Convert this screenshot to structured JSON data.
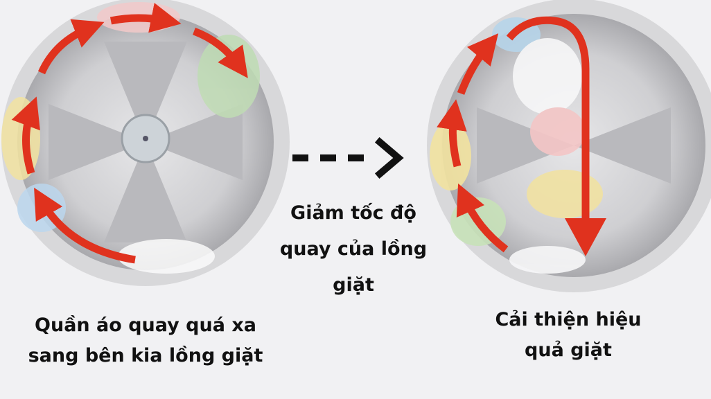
{
  "captions": {
    "left": "Quần áo quay quá xa sang bên kia lồng giặt",
    "middle": "Giảm tốc độ quay của lồng giặt",
    "right": "Cải thiện hiệu quả giặt"
  },
  "colors": {
    "arrow": "#e0321e",
    "background": "#f1f1f3",
    "drum": "#c9c9cc"
  },
  "icons": [
    "washing-drum-left",
    "washing-drum-right",
    "dashed-arrow-right",
    "circular-arrow",
    "drop-arrow"
  ]
}
